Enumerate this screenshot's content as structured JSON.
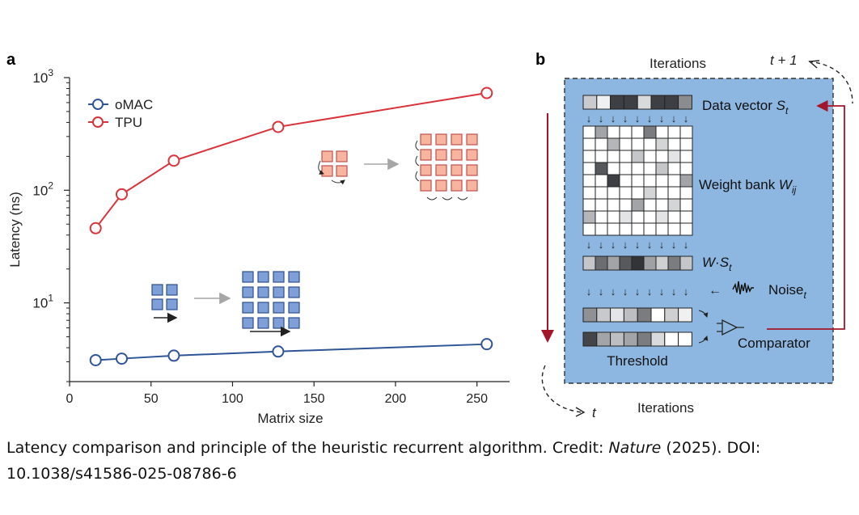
{
  "panel_a": {
    "label": "a",
    "legend": [
      {
        "name": "oMAC",
        "color": "#2f5597"
      },
      {
        "name": "TPU",
        "color": "#d9343b"
      }
    ],
    "colors": {
      "omac": "#2f5597",
      "tpu": "#d9343b",
      "blue_tile": "#7f9fd8",
      "blue_edge": "#2f4f8f",
      "red_tile": "#f7b49e",
      "red_edge": "#c0504d"
    }
  },
  "chart_data": {
    "type": "line",
    "xlabel": "Matrix size",
    "ylabel": "Latency (ns)",
    "xlim": [
      0,
      270
    ],
    "ylim": [
      2,
      1000
    ],
    "y_scale": "log",
    "x_ticks": [
      0,
      50,
      100,
      150,
      200,
      250
    ],
    "y_ticks": [
      {
        "value": 10,
        "base": "10",
        "exp": "1"
      },
      {
        "value": 100,
        "base": "10",
        "exp": "2"
      },
      {
        "value": 1000,
        "base": "10",
        "exp": "3"
      }
    ],
    "legend_position": "top-left",
    "grid": false,
    "series": [
      {
        "name": "oMAC",
        "x": [
          16,
          32,
          64,
          128,
          256
        ],
        "y": [
          3.1,
          3.2,
          3.4,
          3.7,
          4.3
        ]
      },
      {
        "name": "TPU",
        "x": [
          16,
          32,
          64,
          128,
          256
        ],
        "y": [
          46,
          92,
          183,
          365,
          730
        ]
      }
    ]
  },
  "panel_b": {
    "label": "b",
    "iterations_top": "Iterations",
    "iterations_bottom": "Iterations",
    "t_next": "t + 1",
    "t_label": "t",
    "data_vector": {
      "text": "Data vector ",
      "var": "S",
      "sub": "t"
    },
    "weight_bank": {
      "text": "Weight bank ",
      "var": "W",
      "sub": "ij"
    },
    "product": {
      "var1": "W",
      "dot": "·",
      "var2": "S",
      "sub": "t"
    },
    "noise": {
      "text": "Noise",
      "sub": "t"
    },
    "comparator": "Comparator",
    "threshold": "Threshold",
    "arrow_left": "←",
    "down_arrow": "↓",
    "colors": {
      "box_fill": "#8db7e1",
      "accent": "#a3162a"
    },
    "data_vector_shades": [
      "#c9cbcf",
      "#eef0f2",
      "#3d3f44",
      "#3d3f44",
      "#d9dadc",
      "#3d3f44",
      "#3d3f44",
      "#8a8c90"
    ],
    "ws_shades": [
      "#c4c6c9",
      "#6b6d71",
      "#a2a4a7",
      "#58595d",
      "#333438",
      "#9fa1a4",
      "#cfd0d2",
      "#7a7c80",
      "#c4c6c9"
    ],
    "comp1_shades": [
      "#8f9195",
      "#c8c9cc",
      "#e4e5e6",
      "#bdbec1",
      "#7a7c80",
      "#ffffff",
      "#cfd0d2",
      "#f0f0f0"
    ],
    "comp2_shades": [
      "#444549",
      "#a2a4a7",
      "#bdbec1",
      "#a2a4a7",
      "#7a7c80",
      "#d9dadc",
      "#ffffff",
      "#ffffff"
    ],
    "matrix_cells": [
      {
        "r": 0,
        "c": 1,
        "shade": "#a2a4a7"
      },
      {
        "r": 0,
        "c": 5,
        "shade": "#7a7c80"
      },
      {
        "r": 1,
        "c": 2,
        "shade": "#b5b6b9"
      },
      {
        "r": 1,
        "c": 6,
        "shade": "#d4d5d7"
      },
      {
        "r": 2,
        "c": 4,
        "shade": "#c4c6c9"
      },
      {
        "r": 2,
        "c": 7,
        "shade": "#e3e4e5"
      },
      {
        "r": 3,
        "c": 1,
        "shade": "#55575b"
      },
      {
        "r": 3,
        "c": 6,
        "shade": "#c4c6c9"
      },
      {
        "r": 4,
        "c": 2,
        "shade": "#3d3f44"
      },
      {
        "r": 4,
        "c": 8,
        "shade": "#a2a4a7"
      },
      {
        "r": 5,
        "c": 5,
        "shade": "#d4d5d7"
      },
      {
        "r": 6,
        "c": 4,
        "shade": "#a2a4a7"
      },
      {
        "r": 6,
        "c": 7,
        "shade": "#d4d5d7"
      },
      {
        "r": 7,
        "c": 0,
        "shade": "#b5b6b9"
      },
      {
        "r": 7,
        "c": 3,
        "shade": "#e3e4e5"
      },
      {
        "r": 7,
        "c": 6,
        "shade": "#e3e4e5"
      }
    ]
  },
  "caption": {
    "text1": "Latency comparison and principle of the heuristic recurrent algorithm. Credit: ",
    "italic": "Nature",
    "text2": " (2025). DOI: 10.1038/s41586-025-08786-6"
  }
}
